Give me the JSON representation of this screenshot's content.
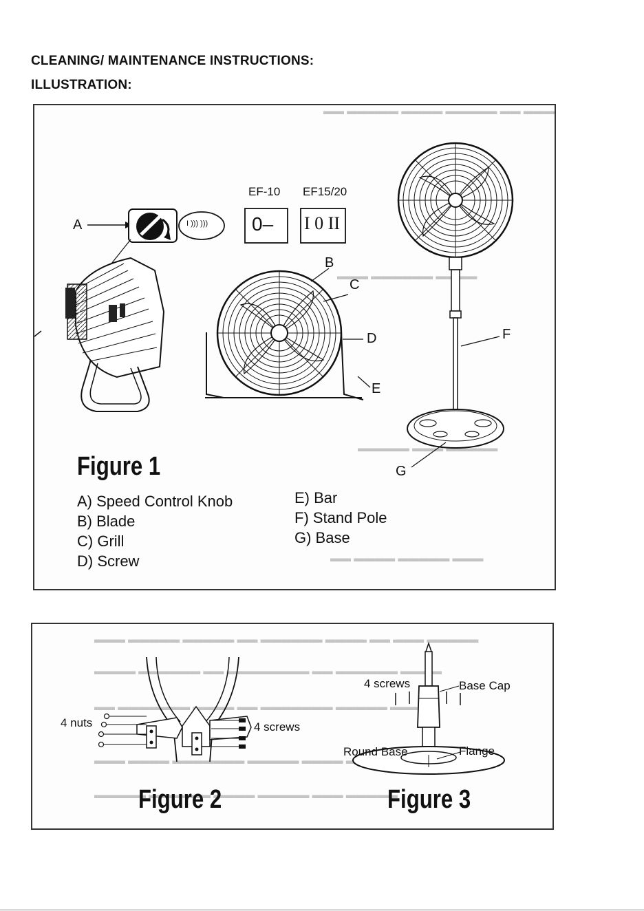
{
  "headings": {
    "section": "CLEANING/ MAINTENANCE INSTRUCTIONS:",
    "illustration": "ILLUSTRATION:"
  },
  "figure1": {
    "title": "Figure  1",
    "knob_callout": "A",
    "model_labels": [
      "EF-10",
      "EF15/20"
    ],
    "switch_symbols": [
      "0–",
      "I 0 II"
    ],
    "callouts": {
      "b": "B",
      "c": "C",
      "d": "D",
      "e": "E",
      "f": "F",
      "g": "G"
    },
    "legend_left": [
      "A)  Speed Control Knob",
      "B)  Blade",
      "C)  Grill",
      "D)  Screw"
    ],
    "legend_right": [
      "E)  Bar",
      "F)  Stand  Pole",
      "G)  Base"
    ]
  },
  "figure2": {
    "title": "Figure  2",
    "nuts_label": "4 nuts",
    "screws_label": "4 screws"
  },
  "figure3": {
    "title": "Figure  3",
    "screws_label": "4 screws",
    "base_cap_label": "Base  Cap",
    "round_base_label": "Round Base",
    "flange_label": "Flange"
  }
}
